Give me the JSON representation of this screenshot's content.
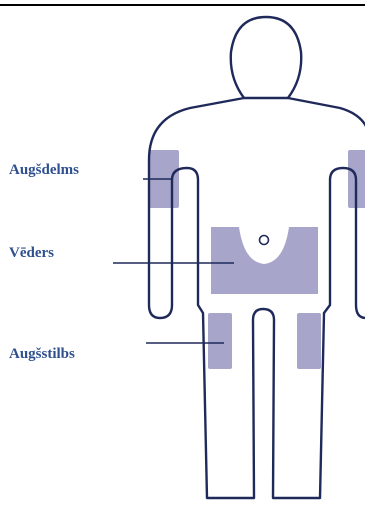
{
  "colors": {
    "outline": "#1f2a5a",
    "zone_fill": "#a7a5c9",
    "label_text": "#2f4f8f",
    "top_rule": "#000000"
  },
  "labels": {
    "upper_arm": "Augšdelms",
    "abdomen": "Vēders",
    "thigh": "Augšstilbs"
  }
}
